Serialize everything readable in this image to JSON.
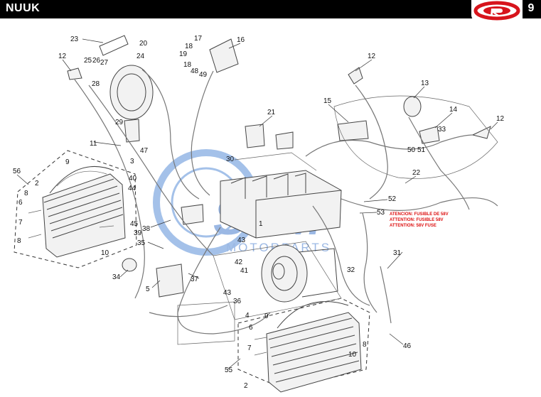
{
  "header": {
    "model": "NUUK",
    "page_number": "9"
  },
  "brand": {
    "logo_letter": "R",
    "logo_color": "#d7141c"
  },
  "watermark": {
    "big_text": "SEM",
    "small_text": "MOTORPARTS",
    "color": "#5b8fd8"
  },
  "warning": {
    "lines": [
      "ATENCION: FUSIBLE DE 58V",
      "ATTENTION: FUSIBLE 58V",
      "ATTENTION: 58V FUSE"
    ],
    "color": "#dd1111"
  },
  "callouts": [
    "1",
    "2",
    "2",
    "3",
    "4",
    "5",
    "6",
    "6",
    "7",
    "7",
    "8",
    "8",
    "8",
    "9",
    "9",
    "10",
    "10",
    "11",
    "12",
    "12",
    "12",
    "13",
    "14",
    "15",
    "16",
    "17",
    "18",
    "18",
    "19",
    "20",
    "21",
    "22",
    "23",
    "24",
    "25",
    "26",
    "27",
    "28",
    "29",
    "30",
    "31",
    "32",
    "33",
    "34",
    "35",
    "36",
    "37",
    "38",
    "39",
    "40",
    "41",
    "42",
    "43",
    "43",
    "44",
    "45",
    "46",
    "47",
    "48",
    "49",
    "50",
    "51",
    "52",
    "53",
    "55",
    "56"
  ]
}
